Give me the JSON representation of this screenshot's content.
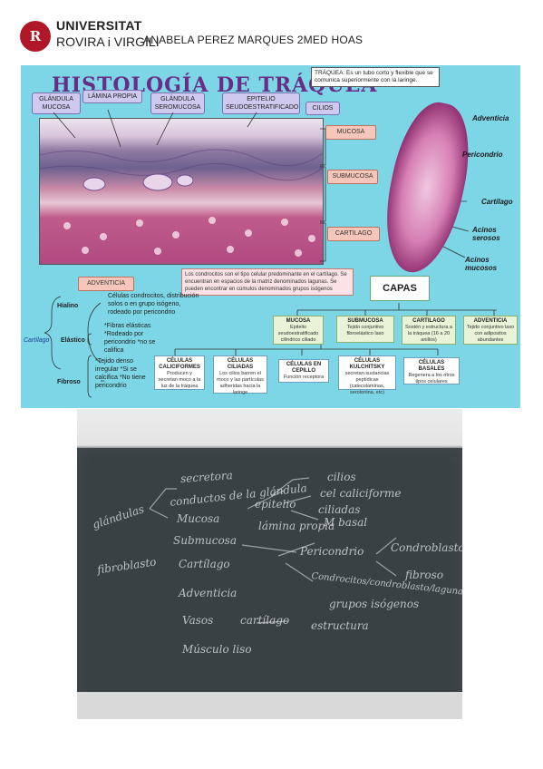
{
  "header": {
    "logo_mark": "R",
    "university_line1": "UNIVERSITAT",
    "university_line2": "ROVIRA i VIRGILI",
    "author": "ANABELA PEREZ MARQUES 2MED HOAS"
  },
  "poster": {
    "title": "HISTOLOGÍA DE TRÁQUEA",
    "definition": "TRÁQUEA: Es un tubo corto y flexible que se comunica superiormente con la laringe.",
    "labels": {
      "glandula_mucosa": "GLÁNDULA MUCOSA",
      "lamina_propia": "LÁMINA PROPIA",
      "glandula_seromucosa": "GLÁNDULA SEROMUCOSA",
      "epitelio": "EPITELIO SEUDOESTRATIFICADO",
      "cilios": "CILIOS",
      "mucosa": "MUCOSA",
      "submucosa": "SUBMUCOSA",
      "cartilago": "CARTILAGO",
      "adventicia": "ADVENTICIA"
    },
    "trachea_labels": {
      "adventicia": "Adventicia",
      "pericondrio": "Pericondrio",
      "cartilago": "Cartílago",
      "acinos_serosos": "Acinos serosos",
      "acinos_mucosos": "Acinos mucosos"
    },
    "condrocitos_note": "Los condrocitos son el tipo celular predominante en el cartílago. Se encuentran en espacios de la matriz denominados lagunas. Se pueden encontrar en cúmulos denominados grupos isógenos",
    "capas_title": "CAPAS",
    "layers": [
      {
        "name": "MUCOSA",
        "desc": "Epitelio seudoestratificado cilíndrico ciliado"
      },
      {
        "name": "SUBMUCOSA",
        "desc": "Tejido conjuntivo fibroelástico laxo"
      },
      {
        "name": "CARTILAGO",
        "desc": "Sostén y estructura a la tráquea (16 a 20 anillos)"
      },
      {
        "name": "ADVENTICIA",
        "desc": "Tejido conjuntivo laxo con adipositos abundantes"
      }
    ],
    "cells": [
      {
        "name": "CÉLULAS CALICIFORMES",
        "desc": "Producen y secretan moco a la luz de la tráquea"
      },
      {
        "name": "CÉLULAS CILIADAS",
        "desc": "Los cilios barren el moco y las partículas adheridas hacia la laringe"
      },
      {
        "name": "CÉLULAS EN CEPILLO",
        "desc": "Función receptora"
      },
      {
        "name": "CÉLULAS KULCHITSKY",
        "desc": "secretan sustancias peptídicas (catecolaminas, serotonina, etc)"
      },
      {
        "name": "CÉLULAS BASALES",
        "desc": "Regenera a los otros tipos celulares"
      }
    ],
    "cartilage_types": {
      "root": "Cartílago",
      "hialino_label": "Hialino",
      "hialino_desc": "Células condrocitos, distribución solos o en grupo isógeno, rodeado por pericondrio",
      "elastico_label": "Elástico",
      "elastico_desc": "*Fibras elásticas *Rodeado por pericondrio *no se califica",
      "fibroso_label": "Fibroso",
      "fibroso_desc": "*Tejido denso irregular *Si se calcifica *No tiene pericondrio"
    }
  },
  "board": {
    "chalk": {
      "glandulas": "glándulas",
      "secretora": "secretora",
      "conductos": "conductos de la glándula",
      "cilios": "cilios",
      "cel_caliciforme": "cel caliciforme",
      "ciliadas": "ciliadas",
      "epitelio": "epitelio",
      "mucosa": "Mucosa",
      "lamina_propia": "lámina propia",
      "m_basal": "M basal",
      "submucosa": "Submucosa",
      "fibroblasto": "fibroblasto",
      "cartilago": "Cartílago",
      "pericondrio": "Pericondrio",
      "condroblastos": "Condroblastos",
      "fibroso": "fibroso",
      "condrocitos": "Condrocitos/condroblasto/lagunas",
      "grupos_isogenos": "grupos isógenos",
      "adventicia": "Adventicia",
      "vasos": "Vasos",
      "cartilago_2": "cartílago",
      "estructura": "estructura",
      "musculo_liso": "Músculo liso"
    }
  }
}
